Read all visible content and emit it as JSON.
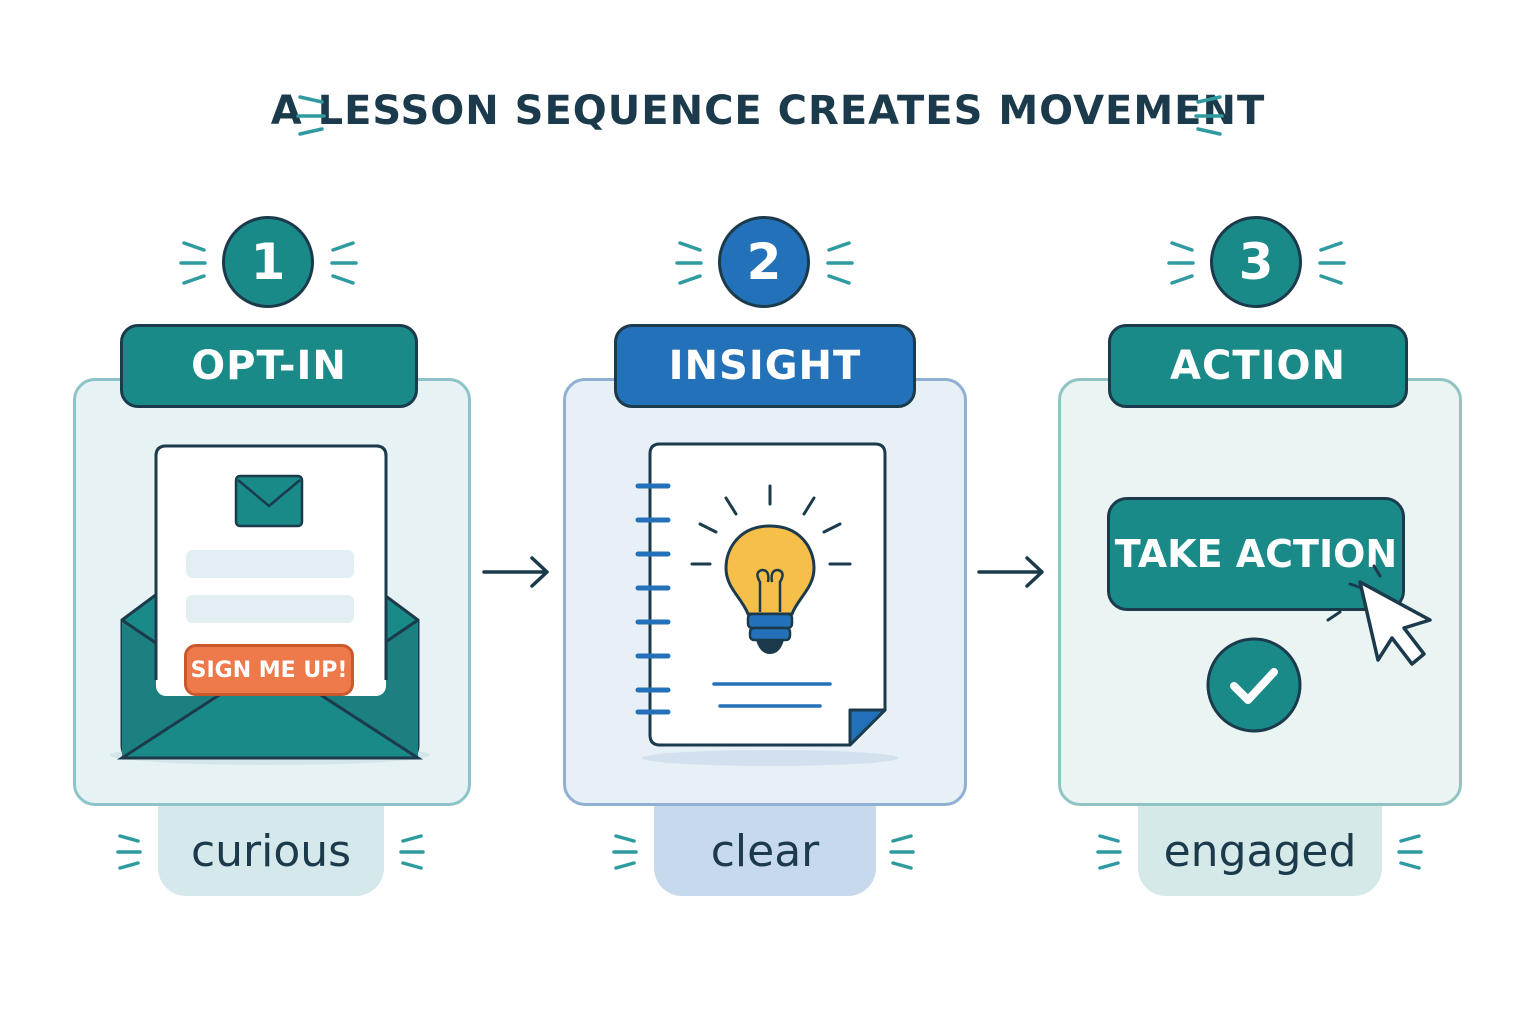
{
  "title": "A LESSON SEQUENCE CREATES MOVEMENT",
  "steps": [
    {
      "number": "1",
      "label": "OPT-IN",
      "mood": "curious",
      "signup_button": "SIGN ME UP!"
    },
    {
      "number": "2",
      "label": "INSIGHT",
      "mood": "clear"
    },
    {
      "number": "3",
      "label": "ACTION",
      "mood": "engaged",
      "action_button": "TAKE ACTION"
    }
  ],
  "colors": {
    "teal": "#1a8a88",
    "blue": "#2371b8",
    "dark": "#1b3a4b",
    "orange": "#ee7a4c",
    "bulb": "#f6bf4a"
  },
  "icons": [
    "envelope-icon",
    "lightbulb-icon",
    "notebook-icon",
    "cursor-icon",
    "check-icon",
    "arrow-right-icon"
  ]
}
